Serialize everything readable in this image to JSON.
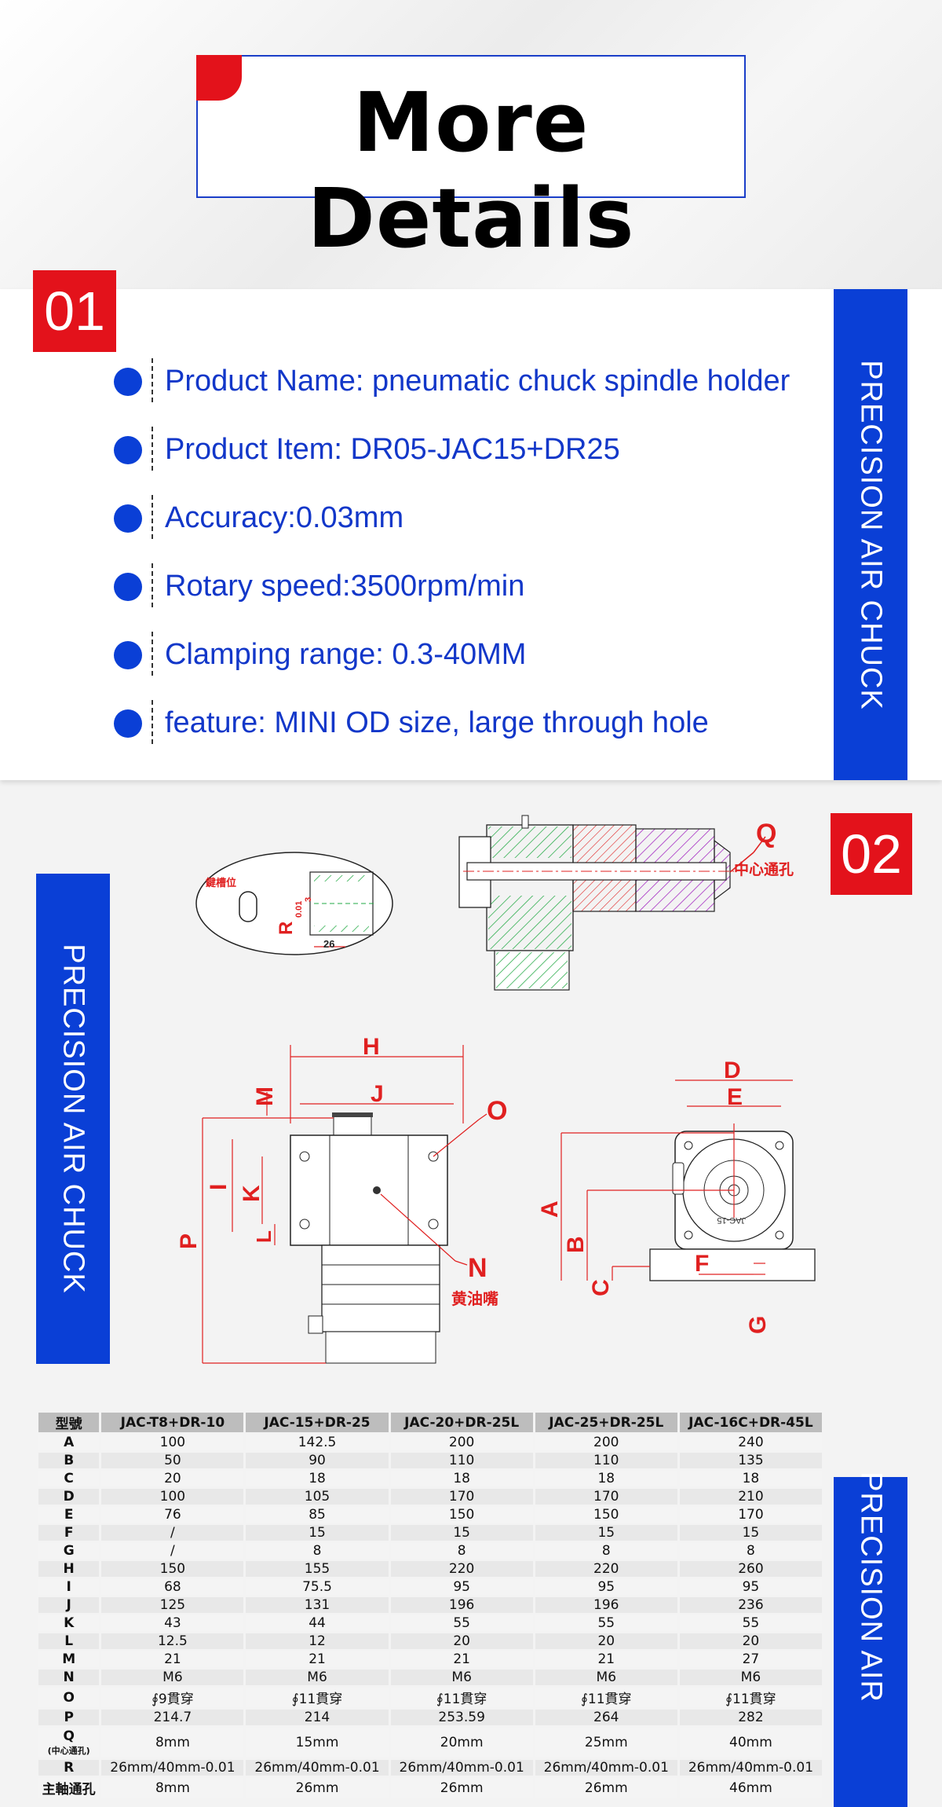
{
  "header": {
    "title": "More Details"
  },
  "section1": {
    "badge": "01",
    "side_label": "PRECISION AIR CHUCK",
    "specs": [
      "Product Name: pneumatic chuck spindle holder",
      "Product Item: DR05-JAC15+DR25",
      "Accuracy:0.03mm",
      "Rotary speed:3500rpm/min",
      "Clamping range: 0.3-40MM",
      "feature: MINI OD size, large through hole"
    ]
  },
  "section2": {
    "badge": "02",
    "side_label": "PRECISION AIR CHUCK",
    "diagram_labels": {
      "q": "Q",
      "q_note": "中心通孔",
      "keyway": "鍵槽位",
      "r": "R",
      "r_dims": "0.01",
      "r_dim2": "3",
      "r_len": "26",
      "h": "H",
      "m": "M",
      "j": "J",
      "o": "O",
      "i": "I",
      "k": "K",
      "l": "L",
      "p": "P",
      "n": "N",
      "n_note": "黄油嘴",
      "d": "D",
      "e": "E",
      "a": "A",
      "b": "B",
      "c": "C",
      "f": "F",
      "g": "G",
      "plate_text": "JAC-15"
    }
  },
  "section3": {
    "side_label": "PRECISION AIR"
  },
  "table": {
    "headers": [
      "型號",
      "JAC-T8+DR-10",
      "JAC-15+DR-25",
      "JAC-20+DR-25L",
      "JAC-25+DR-25L",
      "JAC-16C+DR-45L"
    ],
    "rows": [
      {
        "label": "A",
        "values": [
          "100",
          "142.5",
          "200",
          "200",
          "240"
        ]
      },
      {
        "label": "B",
        "values": [
          "50",
          "90",
          "110",
          "110",
          "135"
        ]
      },
      {
        "label": "C",
        "values": [
          "20",
          "18",
          "18",
          "18",
          "18"
        ]
      },
      {
        "label": "D",
        "values": [
          "100",
          "105",
          "170",
          "170",
          "210"
        ]
      },
      {
        "label": "E",
        "values": [
          "76",
          "85",
          "150",
          "150",
          "170"
        ]
      },
      {
        "label": "F",
        "values": [
          "/",
          "15",
          "15",
          "15",
          "15"
        ]
      },
      {
        "label": "G",
        "values": [
          "/",
          "8",
          "8",
          "8",
          "8"
        ]
      },
      {
        "label": "H",
        "values": [
          "150",
          "155",
          "220",
          "220",
          "260"
        ]
      },
      {
        "label": "I",
        "values": [
          "68",
          "75.5",
          "95",
          "95",
          "95"
        ]
      },
      {
        "label": "J",
        "values": [
          "125",
          "131",
          "196",
          "196",
          "236"
        ]
      },
      {
        "label": "K",
        "values": [
          "43",
          "44",
          "55",
          "55",
          "55"
        ]
      },
      {
        "label": "L",
        "values": [
          "12.5",
          "12",
          "20",
          "20",
          "20"
        ]
      },
      {
        "label": "M",
        "values": [
          "21",
          "21",
          "21",
          "21",
          "27"
        ]
      },
      {
        "label": "N",
        "values": [
          "M6",
          "M6",
          "M6",
          "M6",
          "M6"
        ]
      },
      {
        "label": "O",
        "values": [
          "∮9貫穿",
          "∮11貫穿",
          "∮11貫穿",
          "∮11貫穿",
          "∮11貫穿"
        ]
      },
      {
        "label": "P",
        "values": [
          "214.7",
          "214",
          "253.59",
          "264",
          "282"
        ]
      },
      {
        "label": "Q",
        "sublabel": "(中心通孔)",
        "values": [
          "8mm",
          "15mm",
          "20mm",
          "25mm",
          "40mm"
        ]
      },
      {
        "label": "R",
        "values": [
          "26mm/40mm-0.01",
          "26mm/40mm-0.01",
          "26mm/40mm-0.01",
          "26mm/40mm-0.01",
          "26mm/40mm-0.01"
        ]
      },
      {
        "label": "主軸通孔",
        "values": [
          "8mm",
          "26mm",
          "26mm",
          "26mm",
          "46mm"
        ]
      }
    ]
  }
}
